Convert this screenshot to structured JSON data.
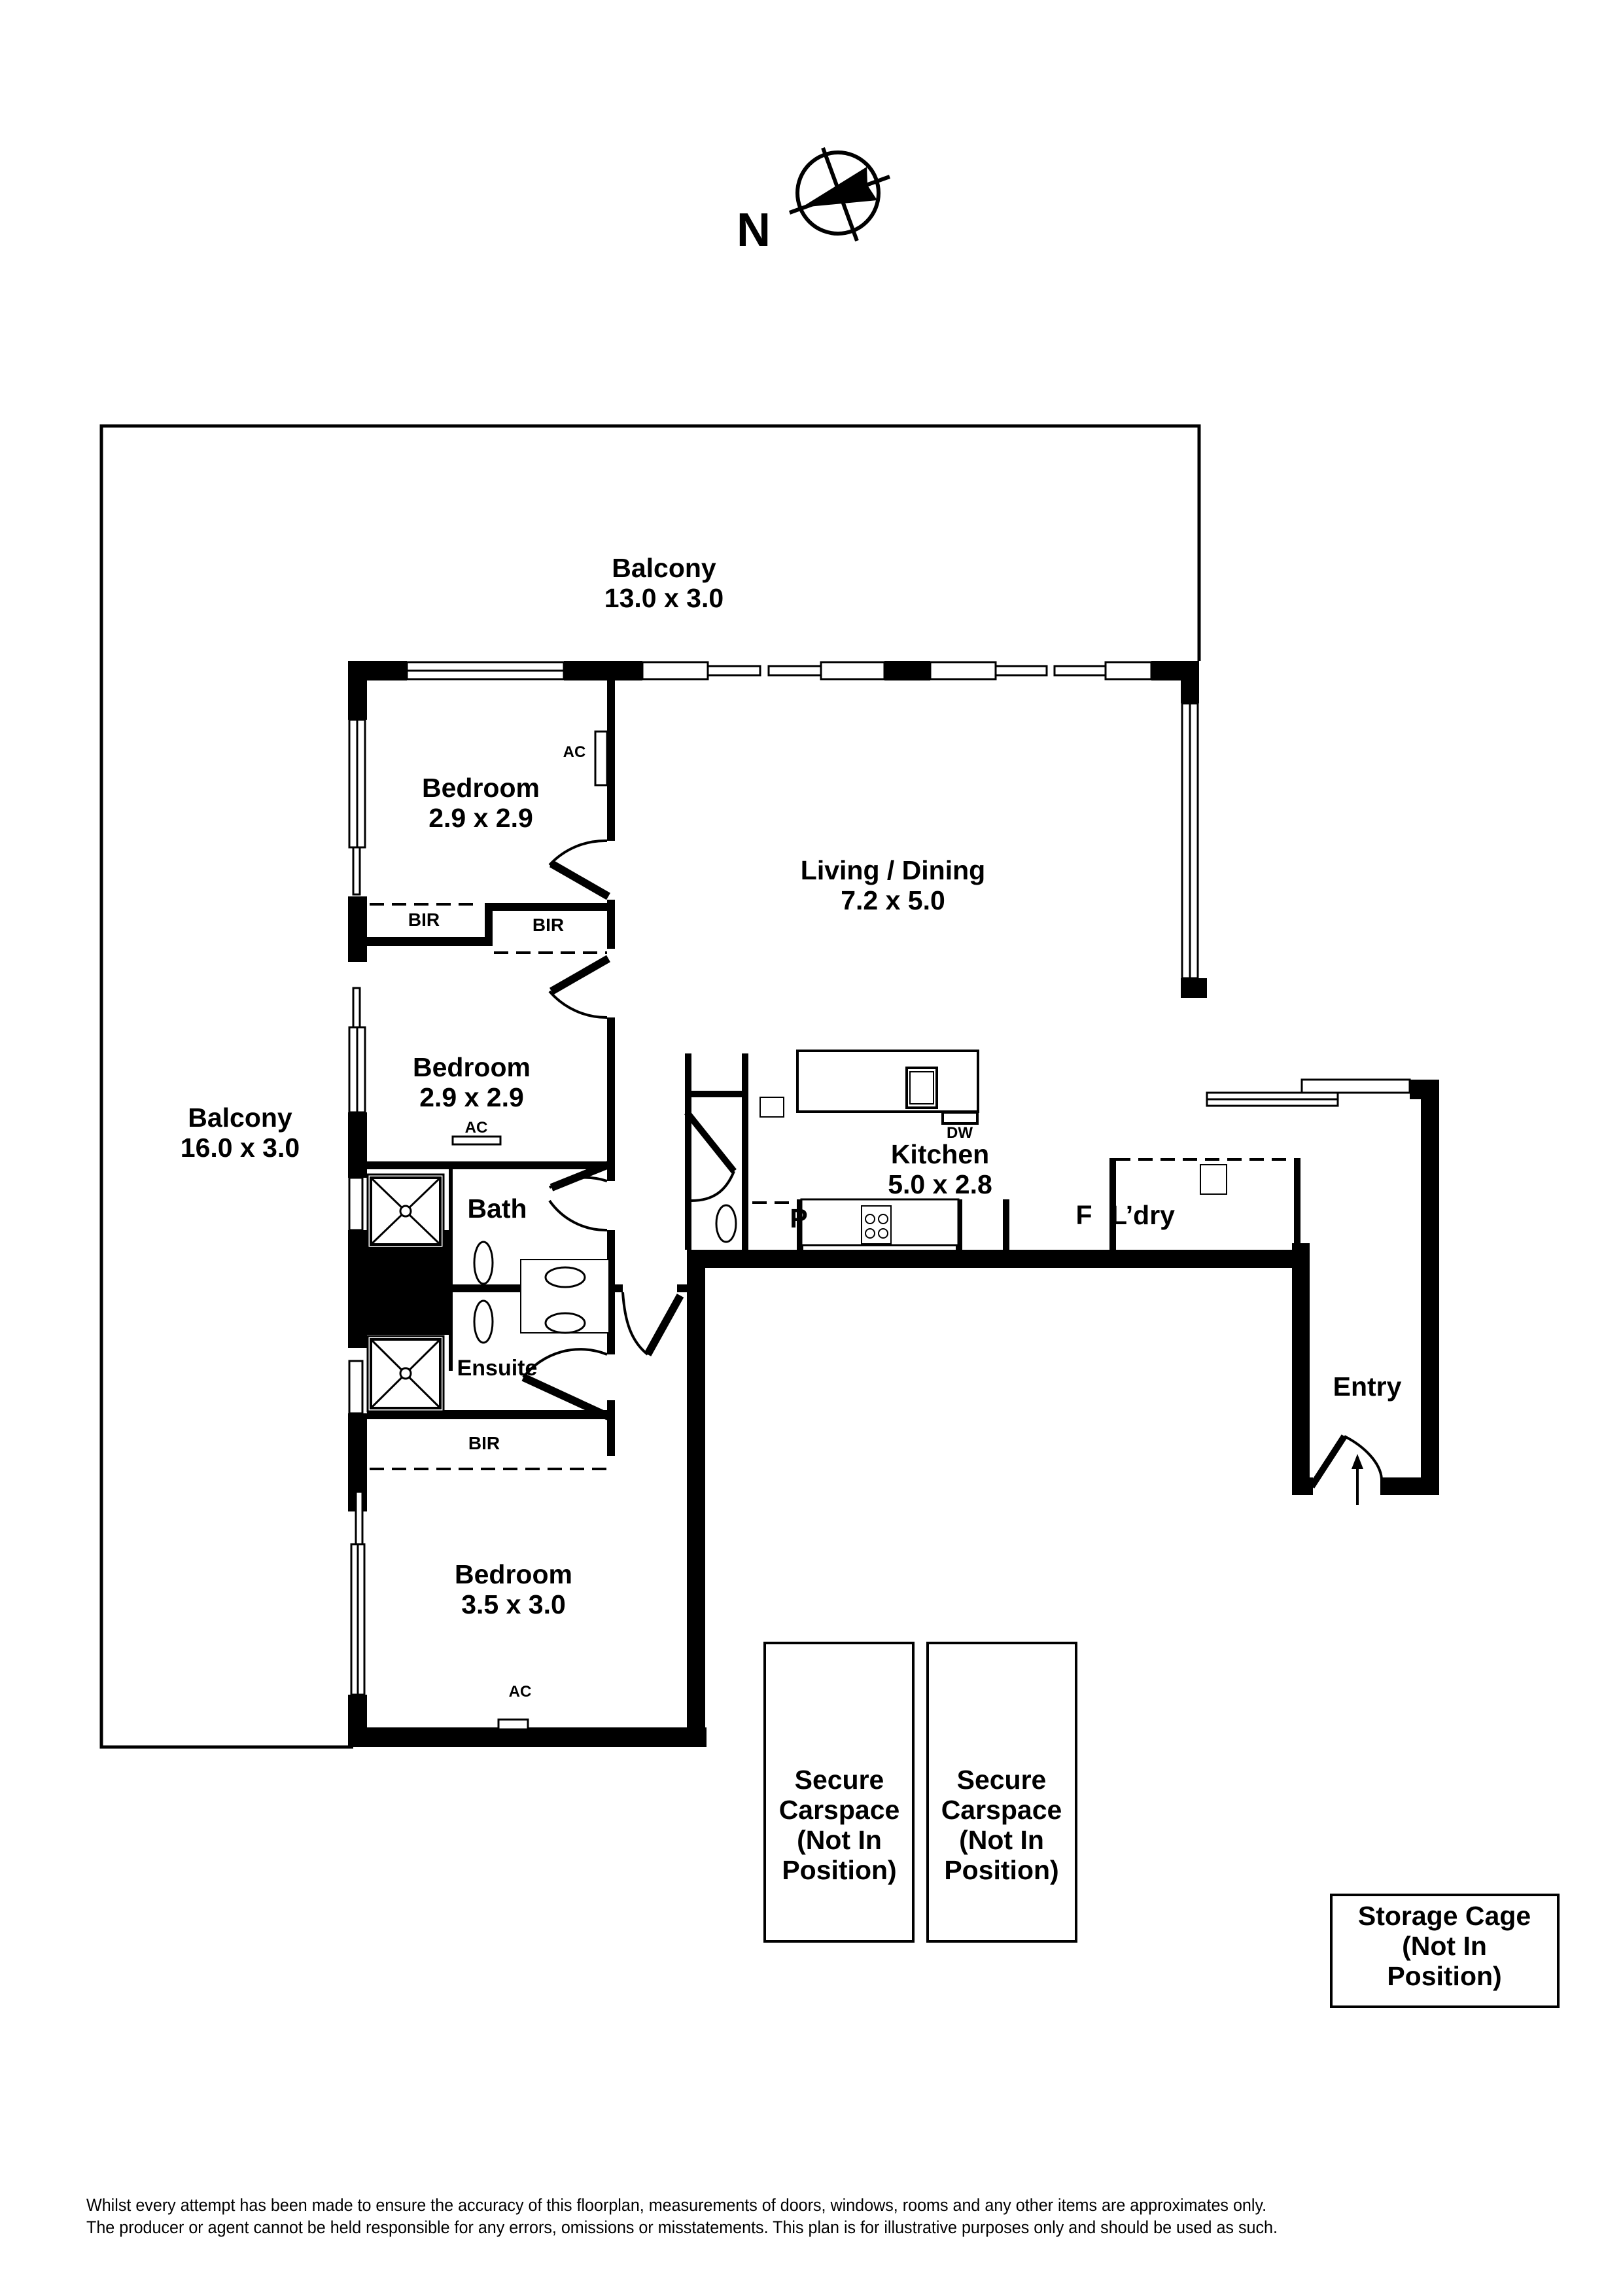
{
  "compass": {
    "label": "N",
    "icon": "north-arrow-icon"
  },
  "rooms": {
    "balcony_top": {
      "name": "Balcony",
      "dims": "13.0 x 3.0"
    },
    "balcony_left": {
      "name": "Balcony",
      "dims": "16.0 x 3.0"
    },
    "bedroom_1": {
      "name": "Bedroom",
      "dims": "2.9 x 2.9",
      "ac": "AC"
    },
    "bedroom_2": {
      "name": "Bedroom",
      "dims": "2.9 x 2.9",
      "ac": "AC"
    },
    "bedroom_3": {
      "name": "Bedroom",
      "dims": "3.5 x 3.0",
      "ac": "AC"
    },
    "living_dining": {
      "name": "Living / Dining",
      "dims": "7.2 x 5.0"
    },
    "kitchen": {
      "name": "Kitchen",
      "dims": "5.0 x 2.8",
      "dishwasher": "DW",
      "pantry": "P",
      "fridge": "F"
    },
    "bath": {
      "name": "Bath"
    },
    "ensuite": {
      "name": "Ensuite"
    },
    "laundry": {
      "name": "L’dry"
    },
    "entry": {
      "name": "Entry"
    },
    "bir_1a": {
      "name": "BIR"
    },
    "bir_1b": {
      "name": "BIR"
    },
    "bir_3": {
      "name": "BIR"
    }
  },
  "external": {
    "carspace_1": {
      "lines": "Secure\nCarspace\n(Not In\nPosition)"
    },
    "carspace_2": {
      "lines": "Secure\nCarspace\n(Not In\nPosition)"
    },
    "storage_cage": {
      "lines": "Storage Cage\n(Not In\nPosition)"
    }
  },
  "disclaimer": {
    "line1": "Whilst every attempt has been made to ensure the accuracy of this floorplan, measurements of doors, windows, rooms and any other items are approximates only.",
    "line2": "The producer or agent cannot be held responsible for any errors, omissions or misstatements. This plan is for illustrative purposes only and should be used as such."
  },
  "colors": {
    "wall": "#000000",
    "background": "#ffffff"
  }
}
